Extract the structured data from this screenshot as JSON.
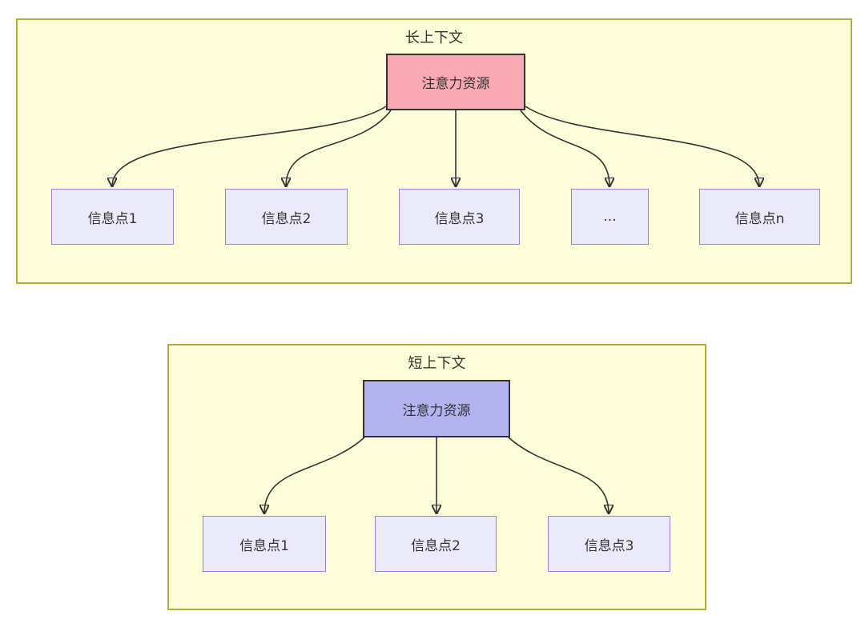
{
  "colors": {
    "page_background": "#ffffff",
    "container_fill": "#fdfdd9",
    "container_border": "#afaf3a",
    "attention_long_fill": "#f9a9b4",
    "attention_short_fill": "#b3b3f0",
    "attention_border": "#333333",
    "node_fill": "#eaeafb",
    "node_border": "#9e7fd8",
    "arrow_color": "#333333",
    "text_color": "#333333"
  },
  "long_context": {
    "title": "长上下文",
    "attention_label": "注意力资源",
    "nodes": [
      {
        "label": "信息点1"
      },
      {
        "label": "信息点2"
      },
      {
        "label": "信息点3"
      },
      {
        "label": "..."
      },
      {
        "label": "信息点n"
      }
    ]
  },
  "short_context": {
    "title": "短上下文",
    "attention_label": "注意力资源",
    "nodes": [
      {
        "label": "信息点1"
      },
      {
        "label": "信息点2"
      },
      {
        "label": "信息点3"
      }
    ]
  }
}
